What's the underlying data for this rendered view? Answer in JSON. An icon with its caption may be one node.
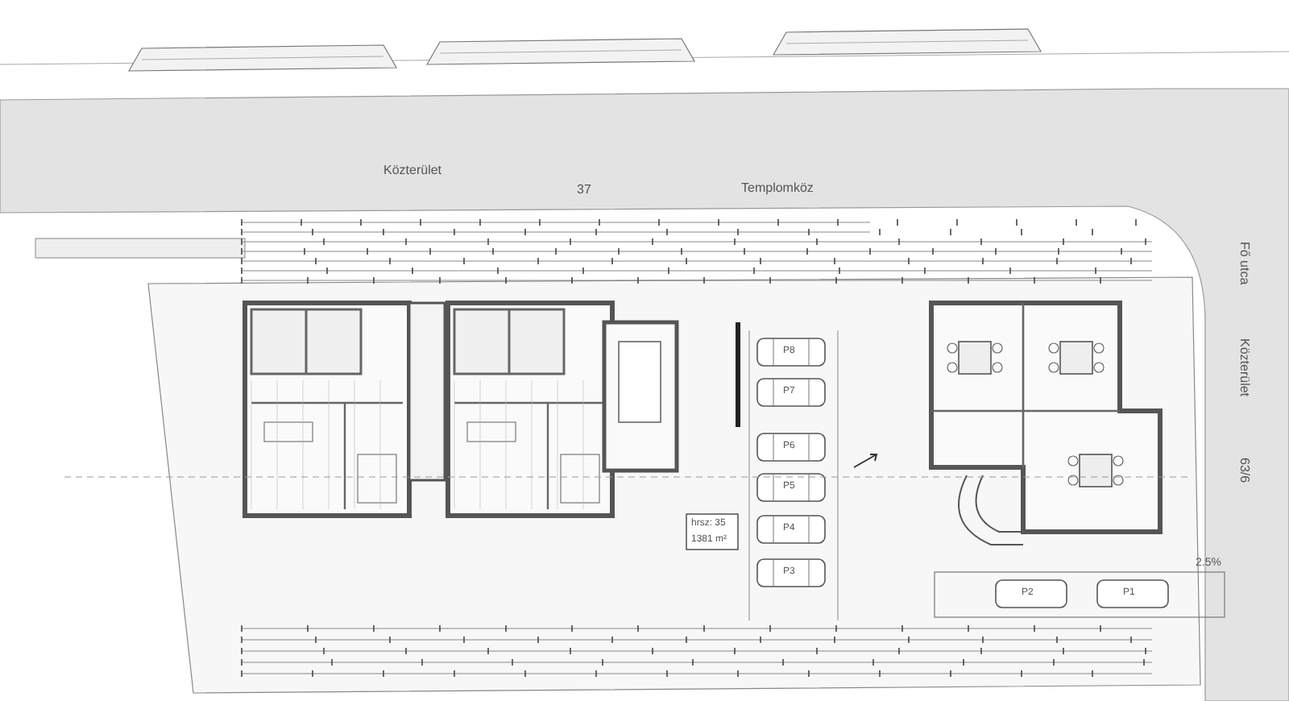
{
  "diagram": {
    "labels": [
      "Közterület",
      "37",
      "Templomköz",
      "Fő utca",
      "Közterület",
      "63/6",
      "hrsz: 35",
      "1381 m²",
      "P8",
      "P7",
      "P6",
      "P5",
      "P4",
      "P3",
      "P2",
      "P1",
      "2.5%"
    ]
  }
}
